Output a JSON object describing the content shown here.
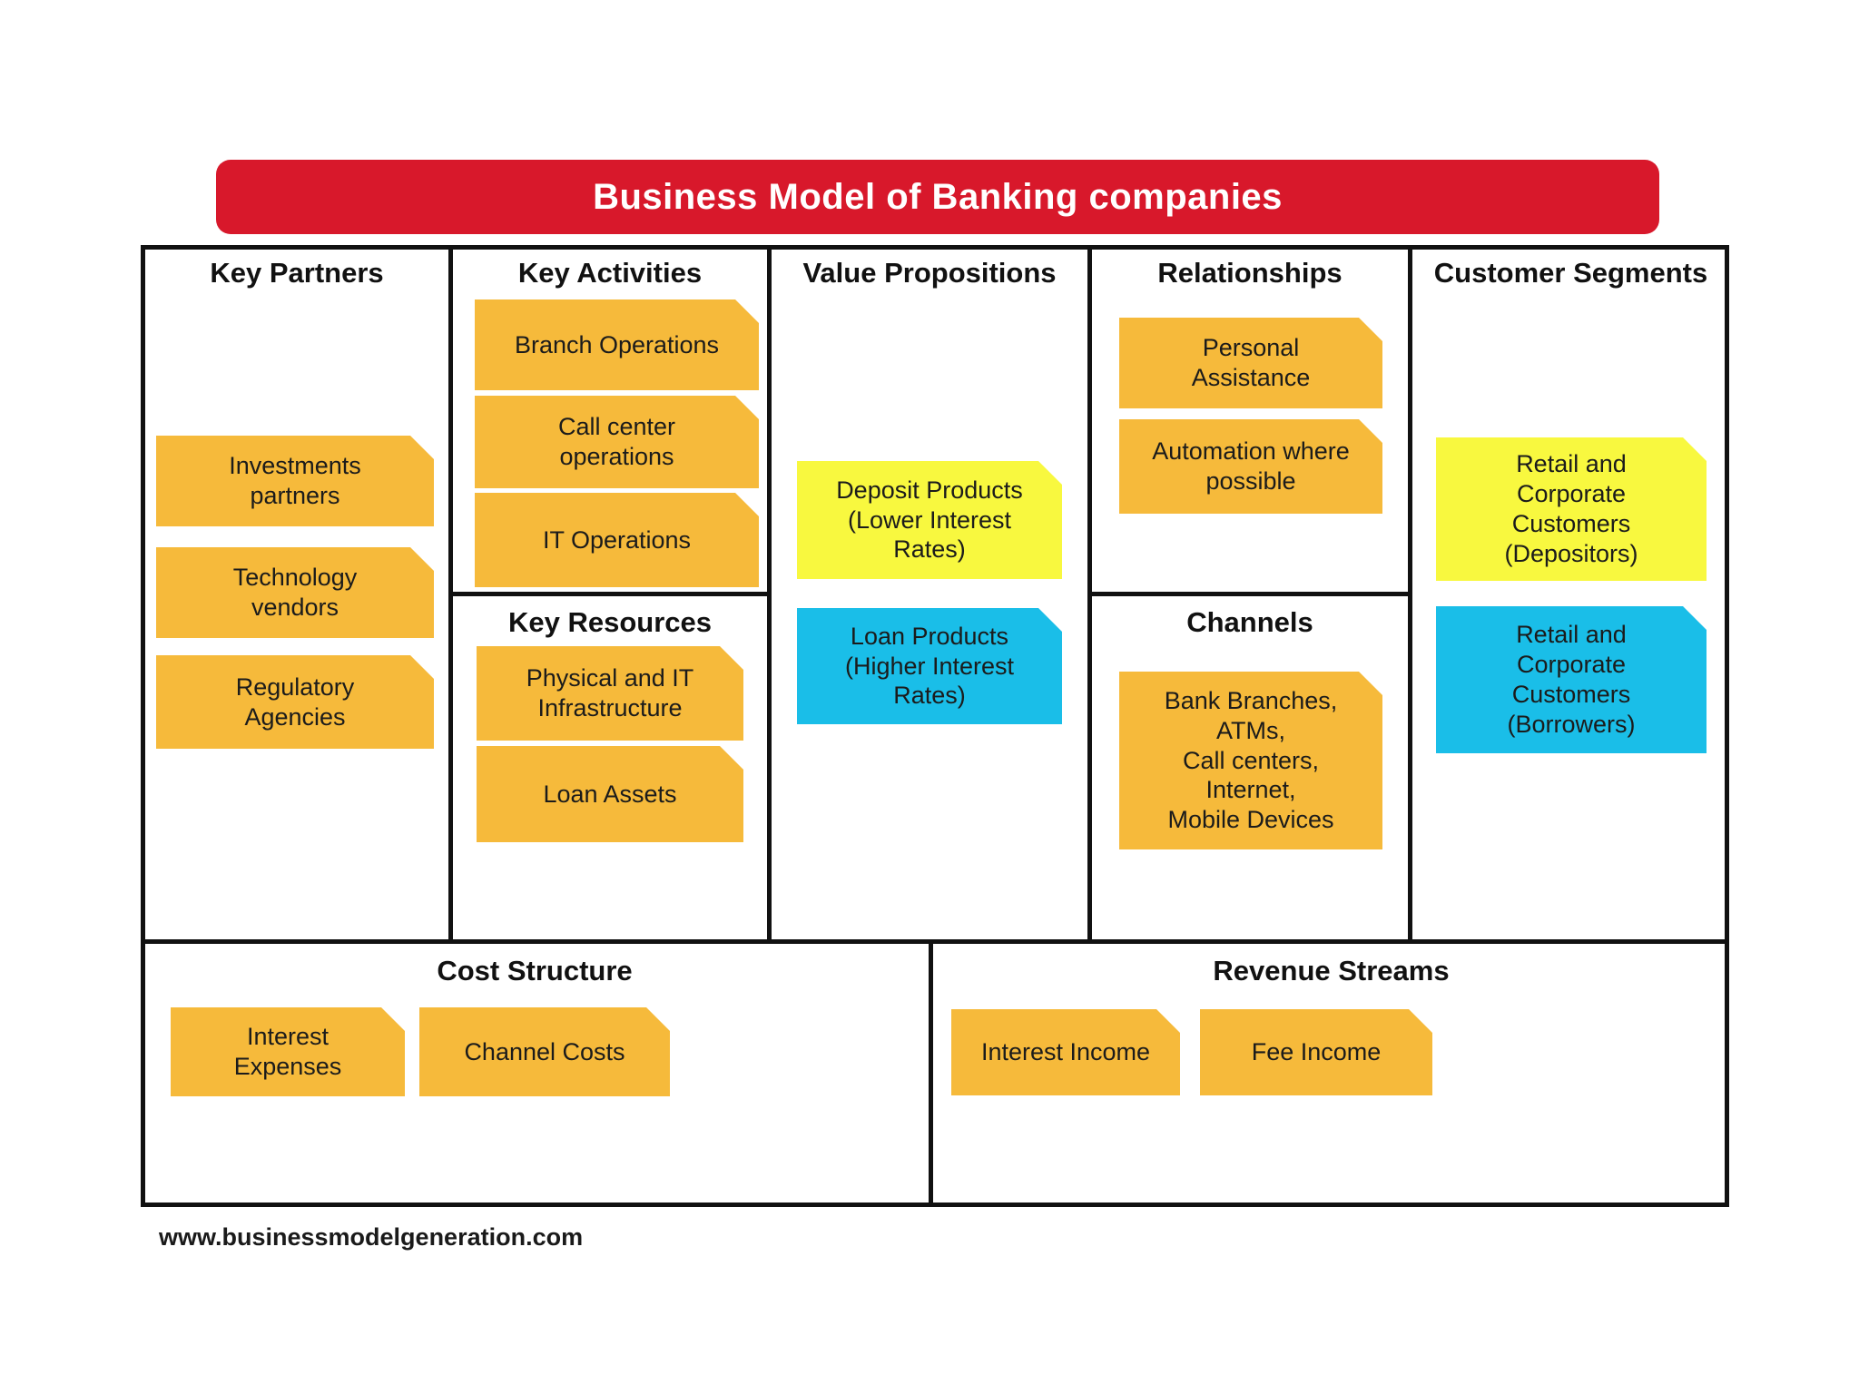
{
  "title": "Business Model of Banking companies",
  "footer": "www.businessmodelgeneration.com",
  "colors": {
    "banner_red": "#d8182b",
    "note_orange": "#f6ba3b",
    "note_yellow": "#f8f83f",
    "note_cyan": "#1abee8",
    "line_black": "#111111"
  },
  "sections": {
    "key_partners": {
      "title": "Key Partners",
      "notes": [
        "Investments\npartners",
        "Technology\nvendors",
        "Regulatory\nAgencies"
      ]
    },
    "key_activities": {
      "title": "Key Activities",
      "notes": [
        "Branch Operations",
        "Call center\noperations",
        "IT Operations"
      ]
    },
    "key_resources": {
      "title": "Key Resources",
      "notes": [
        "Physical and IT\nInfrastructure",
        "Loan Assets"
      ]
    },
    "value_propositions": {
      "title": "Value Propositions",
      "notes": [
        "Deposit Products\n(Lower Interest\nRates)",
        "Loan Products\n(Higher Interest\nRates)"
      ]
    },
    "relationships": {
      "title": "Relationships",
      "notes": [
        "Personal\nAssistance",
        "Automation where\npossible"
      ]
    },
    "channels": {
      "title": "Channels",
      "notes": [
        "Bank Branches,\nATMs,\nCall centers,\nInternet,\nMobile Devices"
      ]
    },
    "customer_segments": {
      "title": "Customer Segments",
      "notes": [
        "Retail and\nCorporate\nCustomers\n(Depositors)",
        "Retail and\nCorporate\nCustomers\n(Borrowers)"
      ]
    },
    "cost_structure": {
      "title": "Cost Structure",
      "notes": [
        "Interest\nExpenses",
        "Channel Costs"
      ]
    },
    "revenue_streams": {
      "title": "Revenue Streams",
      "notes": [
        "Interest Income",
        "Fee Income"
      ]
    }
  }
}
